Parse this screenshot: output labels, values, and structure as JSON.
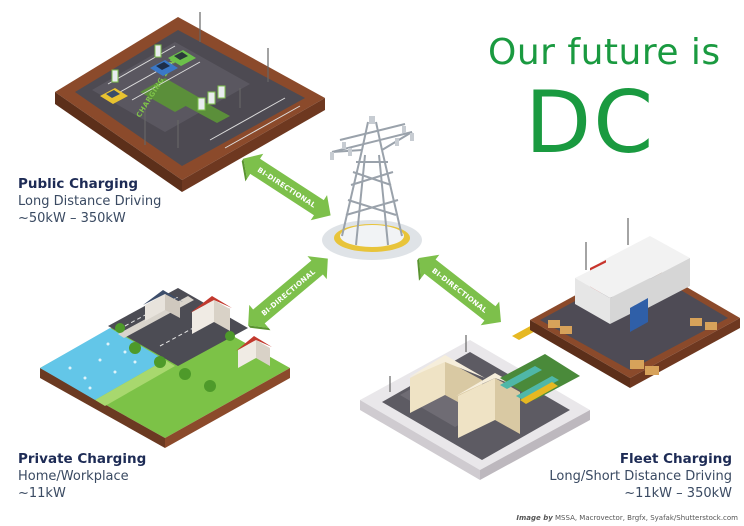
{
  "headline": {
    "line1": "Our future is",
    "line2": "DC"
  },
  "public": {
    "title": "Public Charging",
    "line1": "Long Distance Driving",
    "line2": "~50kW – 350kW"
  },
  "private": {
    "title": "Private Charging",
    "line1": "Home/Workplace",
    "line2": "~11kW"
  },
  "fleet": {
    "title": "Fleet Charging",
    "line1": "Long/Short Distance Driving",
    "line2": "~11kW – 350kW"
  },
  "arrows": {
    "label": "BI-DIRECTIONAL"
  },
  "parking": {
    "zone_label": "CHARGING ZONE"
  },
  "credit": {
    "prefix": "Image by",
    "text": "MSSA, Macrovector, Brgfx, Syafak/Shutterstock.com"
  },
  "colors": {
    "headline": "#1a9a40",
    "arrow": "#7dc04b",
    "label_title": "#1d2b55",
    "label_text": "#3a4a62"
  }
}
